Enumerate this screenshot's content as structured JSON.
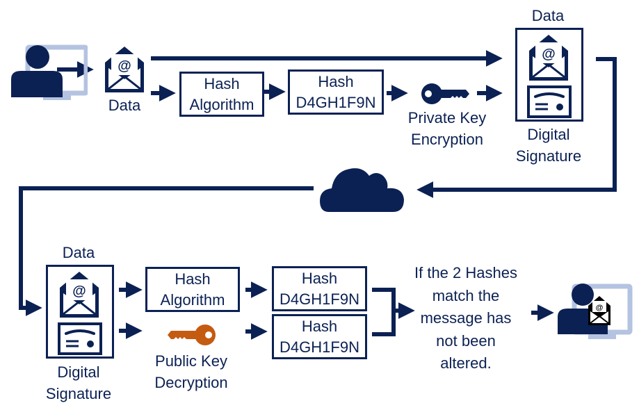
{
  "colors": {
    "navy": "#0b2154",
    "light_blue": "#b4c3e0",
    "orange": "#c55a11",
    "background": "#ffffff"
  },
  "sender": {
    "icon": "user-computer-icon",
    "data_icon": "envelope-at-icon",
    "data_label": "Data"
  },
  "signing": {
    "hash_algorithm": {
      "line1": "Hash",
      "line2": "Algorithm"
    },
    "hash_value": {
      "line1": "Hash",
      "line2": "D4GH1F9N"
    },
    "private_key": {
      "icon": "key-icon",
      "line1": "Private Key",
      "line2": "Encryption"
    },
    "signed_package": {
      "top_label": "Data",
      "bottom_line1": "Digital",
      "bottom_line2": "Signature",
      "icons": [
        "envelope-at-icon",
        "certificate-icon"
      ]
    }
  },
  "transit": {
    "icon": "cloud-icon"
  },
  "verification": {
    "received_package": {
      "top_label": "Data",
      "bottom_line1": "Digital",
      "bottom_line2": "Signature",
      "icons": [
        "envelope-at-icon",
        "certificate-icon"
      ]
    },
    "hash_algorithm": {
      "line1": "Hash",
      "line2": "Algorithm"
    },
    "public_key": {
      "icon": "key-icon",
      "line1": "Public Key",
      "line2": "Decryption"
    },
    "hash_value_1": {
      "line1": "Hash",
      "line2": "D4GH1F9N"
    },
    "hash_value_2": {
      "line1": "Hash",
      "line2": "D4GH1F9N"
    },
    "conclusion": [
      "If the 2 Hashes",
      "match the",
      "message has",
      "not been",
      "altered."
    ]
  },
  "receiver": {
    "icon": "user-computer-envelope-icon"
  }
}
